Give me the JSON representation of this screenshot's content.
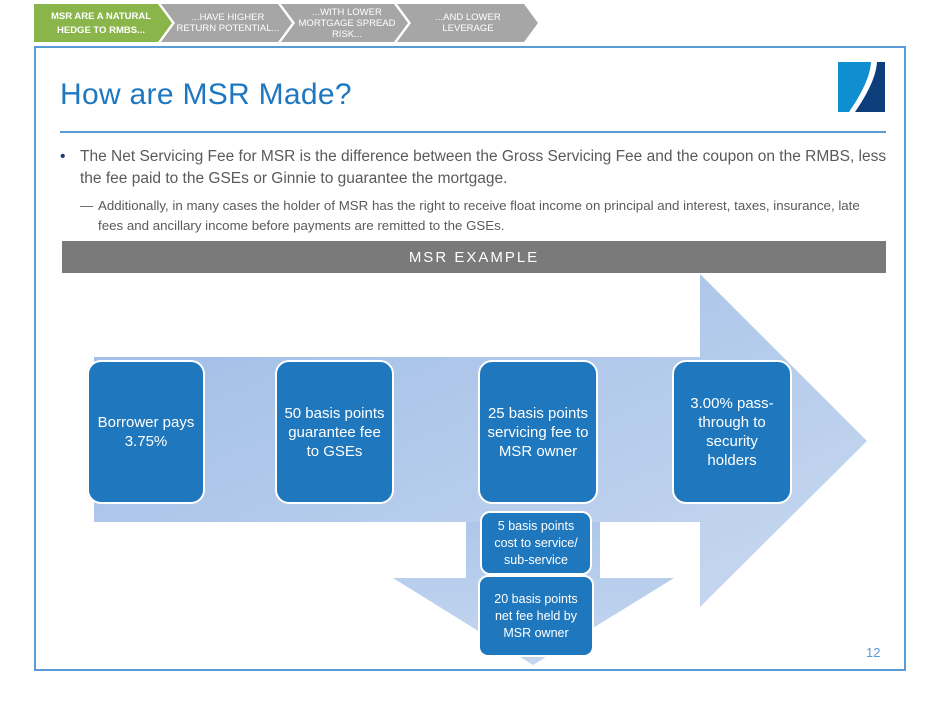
{
  "breadcrumbs": [
    {
      "line1": "MSR ARE A NATURAL",
      "line2": "HEDGE TO RMBS...",
      "active": true
    },
    {
      "line1": "...HAVE HIGHER",
      "line2": "RETURN POTENTIAL...",
      "active": false
    },
    {
      "line1": "...WITH LOWER",
      "line2": "MORTGAGE SPREAD",
      "line3": "RISK...",
      "active": false
    },
    {
      "line1": "...AND LOWER",
      "line2": "LEVERAGE",
      "active": false
    }
  ],
  "colors": {
    "active_crumb": "#8ab54a",
    "inactive_crumb": "#a6a6a6",
    "title": "#1f77c0",
    "frame": "#5b9bd5",
    "box_fill": "#1f77bd",
    "arrow_fill": "#a9c4e8",
    "banner": "#7a7a7a",
    "logo_light": "#0f8fd0",
    "logo_dark": "#0d3d7a"
  },
  "logo": {
    "icon": "company-logo-icon"
  },
  "title": "How are MSR Made?",
  "bullets": {
    "main": "The Net Servicing Fee for MSR is the difference between the Gross Servicing Fee and the coupon on the RMBS, less the fee paid to the GSEs or Ginnie to guarantee the mortgage.",
    "main_marker": "•",
    "sub": "Additionally, in many cases the holder of MSR has the right to receive float income on principal and interest, taxes, insurance, late fees and ancillary income before payments are remitted to the GSEs.",
    "sub_marker": "—"
  },
  "banner": "MSR EXAMPLE",
  "diagram": {
    "boxes": [
      {
        "text": "Borrower pays 3.75%"
      },
      {
        "text": "50 basis points guarantee fee to GSEs"
      },
      {
        "text": "25 basis points servicing fee to MSR owner"
      },
      {
        "text": "3.00% pass-through to security holders"
      }
    ],
    "sub_boxes": [
      {
        "text": "5 basis points cost to service/ sub-service"
      },
      {
        "text": "20 basis points net fee held by MSR owner"
      }
    ]
  },
  "page_number": "12"
}
